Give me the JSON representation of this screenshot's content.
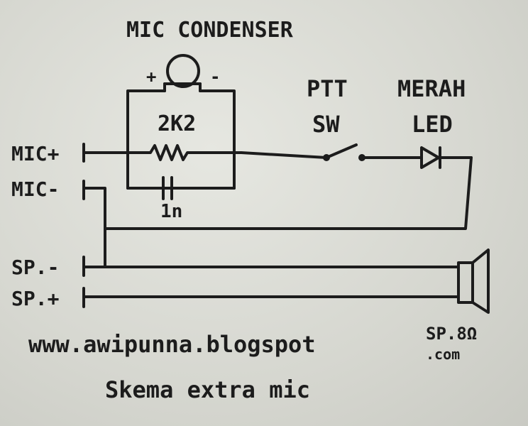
{
  "labels": {
    "mic_title": "MIC CONDENSER",
    "mic_plus": "+",
    "mic_minus": "-",
    "resistor": "2K2",
    "capacitor": "1n",
    "ptt_line1": "PTT",
    "ptt_line2": "SW",
    "led_line1": "MERAH",
    "led_line2": "LED",
    "term_mic_plus": "MIC+",
    "term_mic_minus": "MIC-",
    "term_sp_minus": "SP.-",
    "term_sp_plus": "SP.+",
    "speaker": "SP.8Ω",
    "website": "www.awipunna.blogspot",
    "website_com": ".com",
    "caption": "Skema extra mic"
  }
}
